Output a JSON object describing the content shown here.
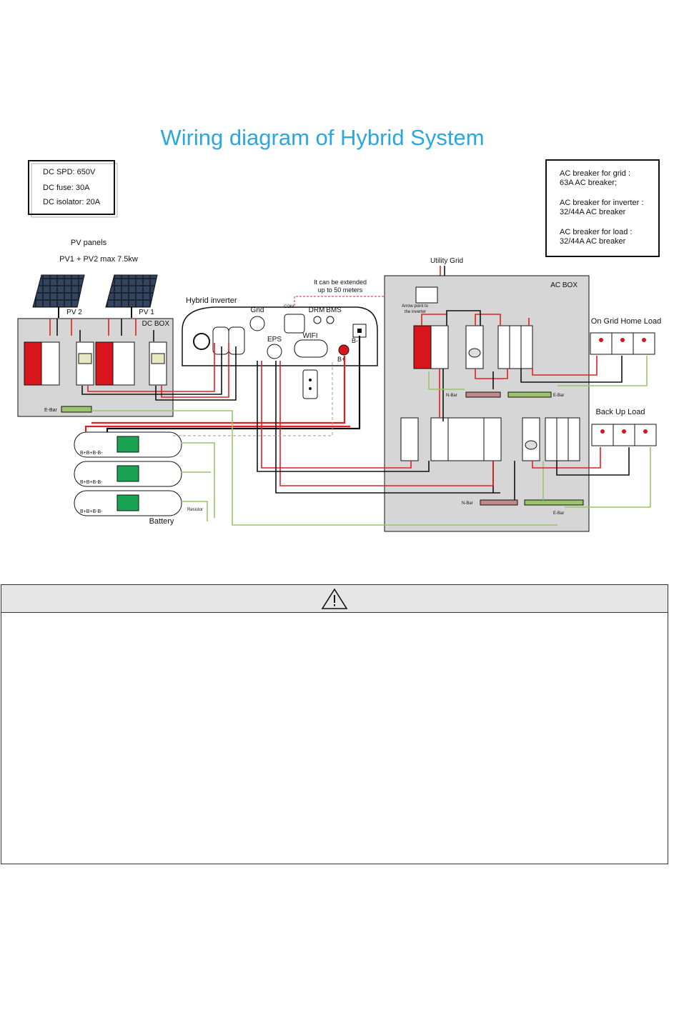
{
  "title": "Wiring diagram of Hybrid System",
  "dc_spec": {
    "line1": "DC SPD: 650V",
    "line2": "DC fuse: 30A",
    "line3": "DC isolator: 20A"
  },
  "ac_spec": {
    "grid_line1": "AC breaker for grid :",
    "grid_line2": "63A AC breaker;",
    "inv_line1": "AC breaker for inverter :",
    "inv_line2": "32/44A AC breaker",
    "load_line1": "AC breaker for load :",
    "load_line2": "32/44A AC breaker"
  },
  "pv": {
    "heading": "PV panels",
    "max": "PV1 + PV2 max 7.5kw",
    "pv2": "PV 2",
    "pv1": "PV 1"
  },
  "dc_box": {
    "label": "DC BOX",
    "ebar": "E-Bar"
  },
  "inverter": {
    "label": "Hybrid inverter",
    "grid": "Grid",
    "com": "COM",
    "drm": "DRM",
    "bms": "BMS",
    "eps": "EPS",
    "wifi": "WIFI",
    "bplus": "B+",
    "bminus": "B-"
  },
  "extend_note": {
    "line1": "It can be extended",
    "line2": "up to 50 meters"
  },
  "utility_grid": "Utility Grid",
  "ac_box": {
    "label": "AC BOX",
    "arrow_line1": "Arrow point to",
    "arrow_line2": "the inverter",
    "nbar": "N-Bar",
    "ebar": "E-Bar"
  },
  "on_grid_load": "On Grid Home Load",
  "backup_load": "Back Up Load",
  "battery": {
    "label": "Battery",
    "terminals": "B+B+B-B-",
    "resistor": "Resistor"
  },
  "colors": {
    "title": "#2aa7e0",
    "live": "#e02020",
    "neutral": "#111111",
    "earth": "#9cc46a",
    "spd": "#d8141c",
    "battery_switch": "#1aa352",
    "box_fill": "#d6d6d6"
  },
  "icons": {
    "warning": "warning-triangle-icon"
  }
}
